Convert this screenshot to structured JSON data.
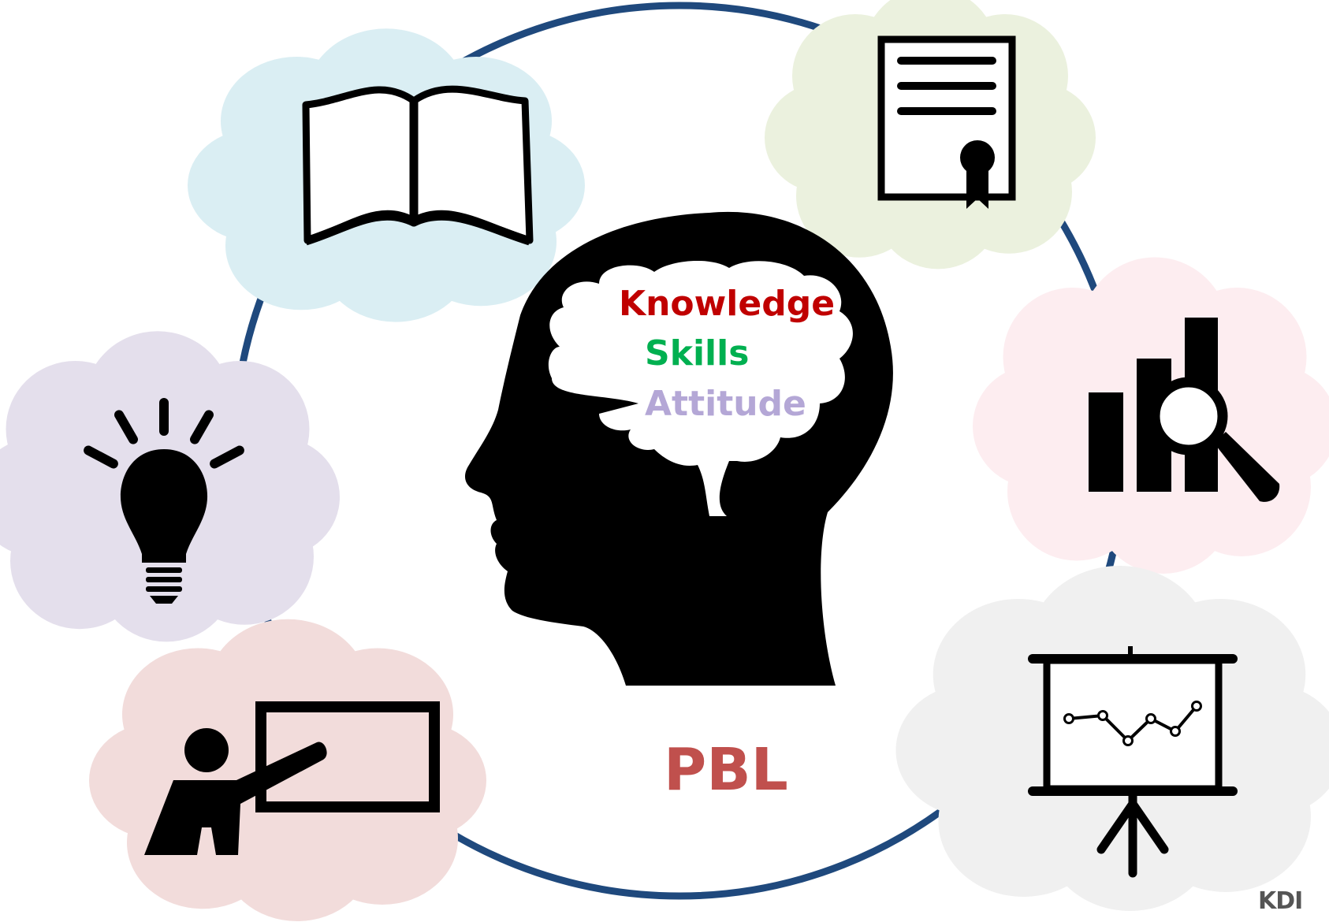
{
  "center": {
    "words": [
      {
        "text": "Knowledge",
        "color": "#C00000"
      },
      {
        "text": "Skills",
        "color": "#00B050"
      },
      {
        "text": "Attitude",
        "color": "#B4A7D6"
      }
    ],
    "label": {
      "text": "PBL",
      "color": "#C0504D"
    }
  },
  "ring_color": "#1F497D",
  "clouds": [
    {
      "icon": "open-book-icon",
      "color": "#DAEEF3"
    },
    {
      "icon": "certificate-icon",
      "color": "#EBF1DE"
    },
    {
      "icon": "lightbulb-idea-icon",
      "color": "#E4DFEC"
    },
    {
      "icon": "chart-magnifier-icon",
      "color": "#FDEDF0"
    },
    {
      "icon": "teacher-board-icon",
      "color": "#F2DCDB"
    },
    {
      "icon": "presentation-chart-icon",
      "color": "#F0F0F0"
    }
  ],
  "logo": {
    "text": "KDI"
  }
}
